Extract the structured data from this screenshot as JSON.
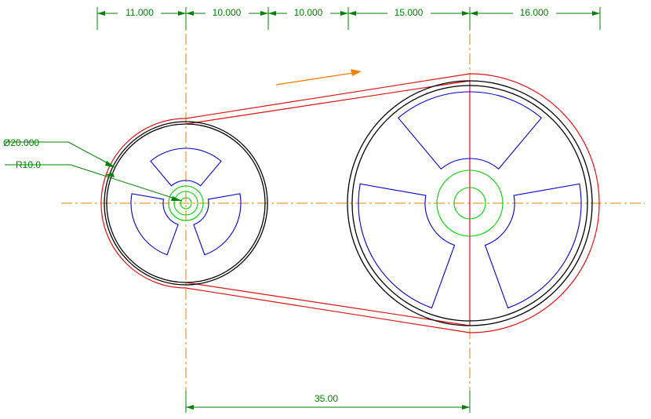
{
  "colors": {
    "background": "#ffffff",
    "belt": "#e01010",
    "pulley_outline": "#000000",
    "spokes": "#0000c8",
    "hub": "#00d000",
    "centerline": "#e08000",
    "dimension": "#008000",
    "arrow": "#f08000"
  },
  "dimensions": {
    "top": [
      "11.000",
      "10.000",
      "10.000",
      "15.000",
      "16.000"
    ],
    "bottom": "35.00",
    "diameter": "Ø20.000",
    "radius": "R10.0"
  }
}
